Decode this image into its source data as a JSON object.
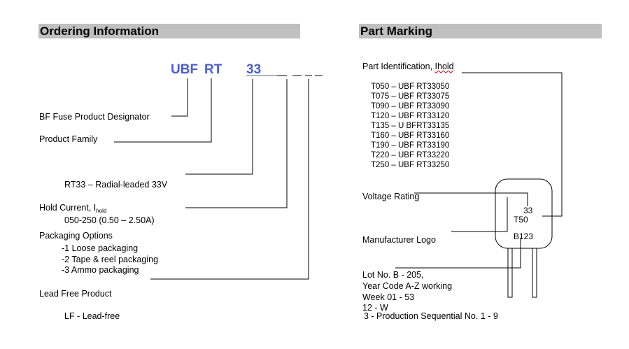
{
  "ordering": {
    "title": "Ordering Information",
    "code": {
      "ubf": "UBF",
      "rt": "RT",
      "volt": "33"
    },
    "labels": {
      "designator": "BF Fuse Product Designator",
      "family": "Product Family",
      "rt33": "RT33 – Radial-leaded 33V",
      "hold_prefix": "Hold Current, I",
      "hold_sub": "hold",
      "hold_range": "050-250 (0.50 – 2.50A)",
      "packaging": "Packaging Options",
      "pkg1": "-1 Loose packaging",
      "pkg2": "-2 Tape & reel packaging",
      "pkg3": "-3 Ammo packaging",
      "leadfree": "Lead Free Product",
      "lf": "LF - Lead-free"
    }
  },
  "marking": {
    "title": "Part Marking",
    "ident_prefix": "Part Identification, ",
    "ident_word": "Ihold",
    "parts": [
      "T050 – UBF RT33050",
      "T075 – UBF RT33075",
      "T090 – UBF RT33090",
      "T120 – UBF RT33120",
      "T135 – U BFRT33135",
      "T160 – UBF RT33160",
      "T190 – UBF RT33190",
      "T220 – UBF RT33220",
      "T250 – UBF RT33250"
    ],
    "voltage": "Voltage Rating",
    "logo": "Manufacturer Logo",
    "lot": [
      "Lot No. B - 205,",
      "Year Code A-Z working",
      "Week 01 - 53",
      "12 - W"
    ],
    "seq": "3 - Production Sequential No. 1 - 9",
    "chip": {
      "v": "33",
      "t": "T50",
      "b": "B123"
    }
  }
}
